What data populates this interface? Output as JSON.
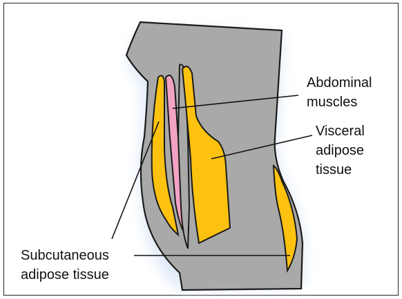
{
  "labels": {
    "abdominal_muscles": [
      "Abdominal",
      "muscles"
    ],
    "visceral_adipose": [
      "Visceral",
      "adipose",
      "tissue"
    ],
    "subcutaneous_adipose": [
      "Subcutaneous",
      "adipose tissue"
    ]
  },
  "colors": {
    "body_gray": "#a9a9a9",
    "fat_yellow": "#fdc20f",
    "muscle_pink": "#f2a3c4",
    "outline": "#1a1a1a",
    "glow_blue": "#dde8f8",
    "frame": "#222222"
  }
}
